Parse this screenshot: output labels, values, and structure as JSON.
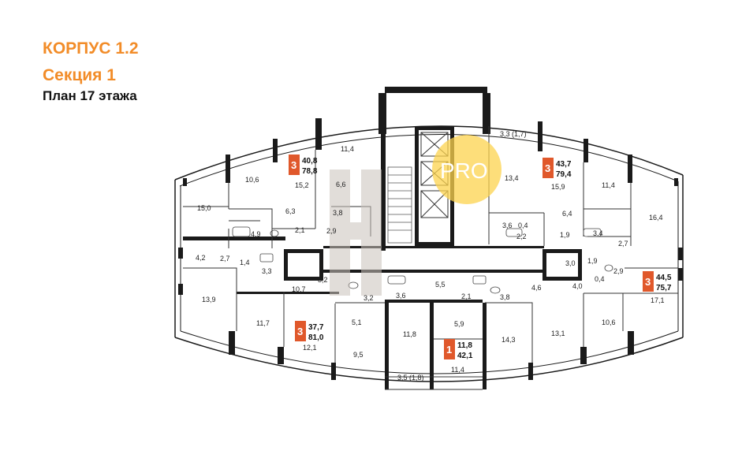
{
  "header": {
    "building": "КОРПУС 1.2",
    "section": "Секция 1",
    "floor_plan": "План 17 этажа"
  },
  "watermark": {
    "text": "PRO",
    "color": "#fcd34d"
  },
  "colors": {
    "accent": "#f28c28",
    "badge": "#e0582b",
    "wall": "#1a1a1a"
  },
  "apartments": [
    {
      "rooms": "3",
      "living": "40,8",
      "total": "78,8"
    },
    {
      "rooms": "3",
      "living": "43,7",
      "total": "79,4"
    },
    {
      "rooms": "3",
      "living": "44,5",
      "total": "75,7"
    },
    {
      "rooms": "3",
      "living": "37,7",
      "total": "81,0"
    },
    {
      "rooms": "1",
      "living": "11,8",
      "total": "42,1"
    }
  ],
  "room_areas": [
    "11,4",
    "3,3 (1,7)",
    "10,6",
    "15,2",
    "6,6",
    "13,4",
    "15,9",
    "11,4",
    "15,0",
    "6,3",
    "3,8",
    "6,4",
    "16,4",
    "4,9",
    "2,1",
    "2,9",
    "3,6",
    "0,4",
    "2,2",
    "1,9",
    "3,4",
    "2,7",
    "4,2",
    "2,7",
    "1,4",
    "3,3",
    "3,2",
    "3,0",
    "1,9",
    "0,4",
    "2,9",
    "10,7",
    "5,5",
    "13,9",
    "3,2",
    "3,6",
    "2,1",
    "3,8",
    "4,6",
    "4,0",
    "17,1",
    "11,7",
    "5,1",
    "11,8",
    "5,9",
    "14,3",
    "13,1",
    "10,6",
    "12,1",
    "9,5",
    "11,4",
    "3,5 (1,8)"
  ]
}
